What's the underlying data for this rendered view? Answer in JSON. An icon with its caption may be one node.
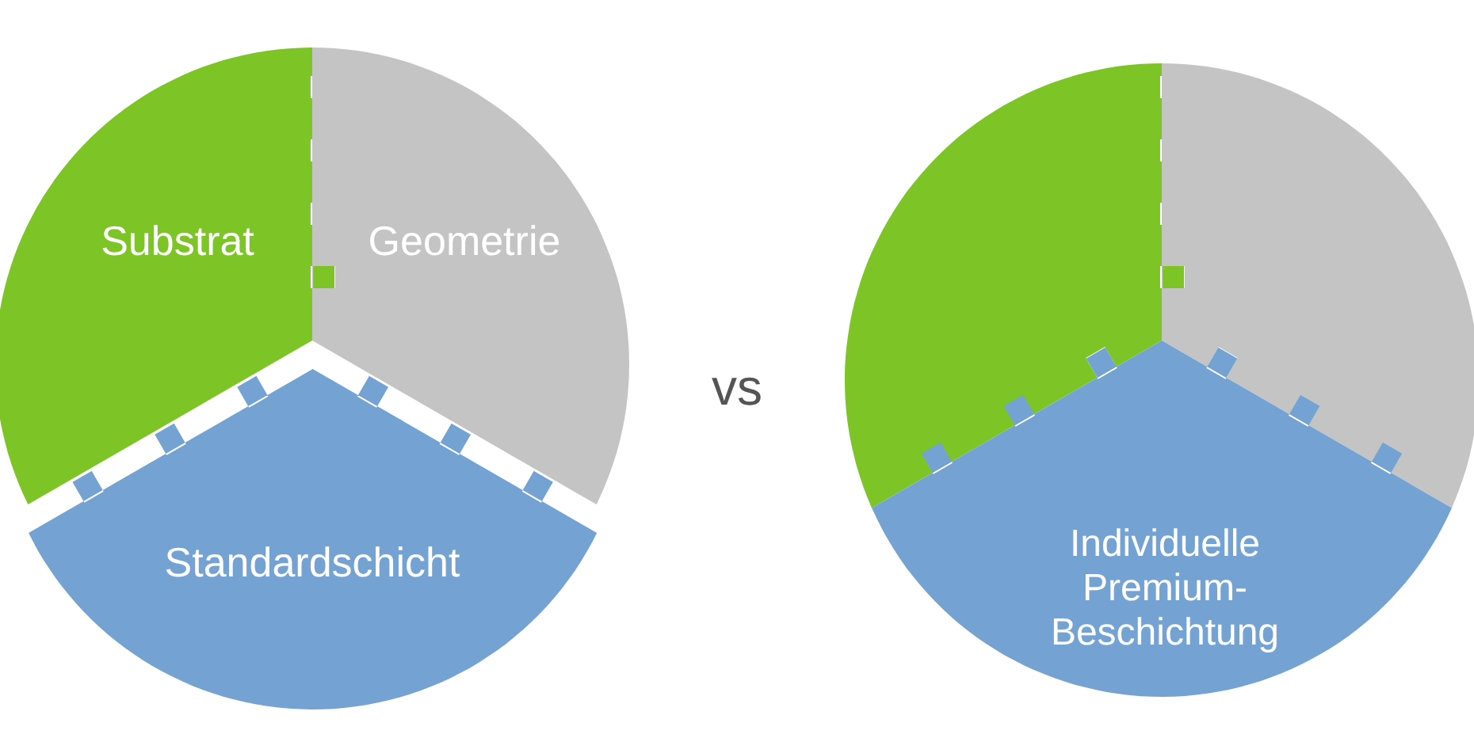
{
  "diagram": {
    "nodes": [
      {
        "text": [
          "Substrat"
        ]
      },
      {
        "text": [
          "Geometrie"
        ]
      },
      {
        "text": [
          "Standardschicht"
        ]
      },
      {
        "text": [],
        "shape": "sector"
      },
      {
        "text": [],
        "shape": "sector"
      },
      {
        "text": [
          "Individuelle Premium-Beschichtung"
        ]
      }
    ],
    "labels": [
      "vs"
    ]
  }
}
